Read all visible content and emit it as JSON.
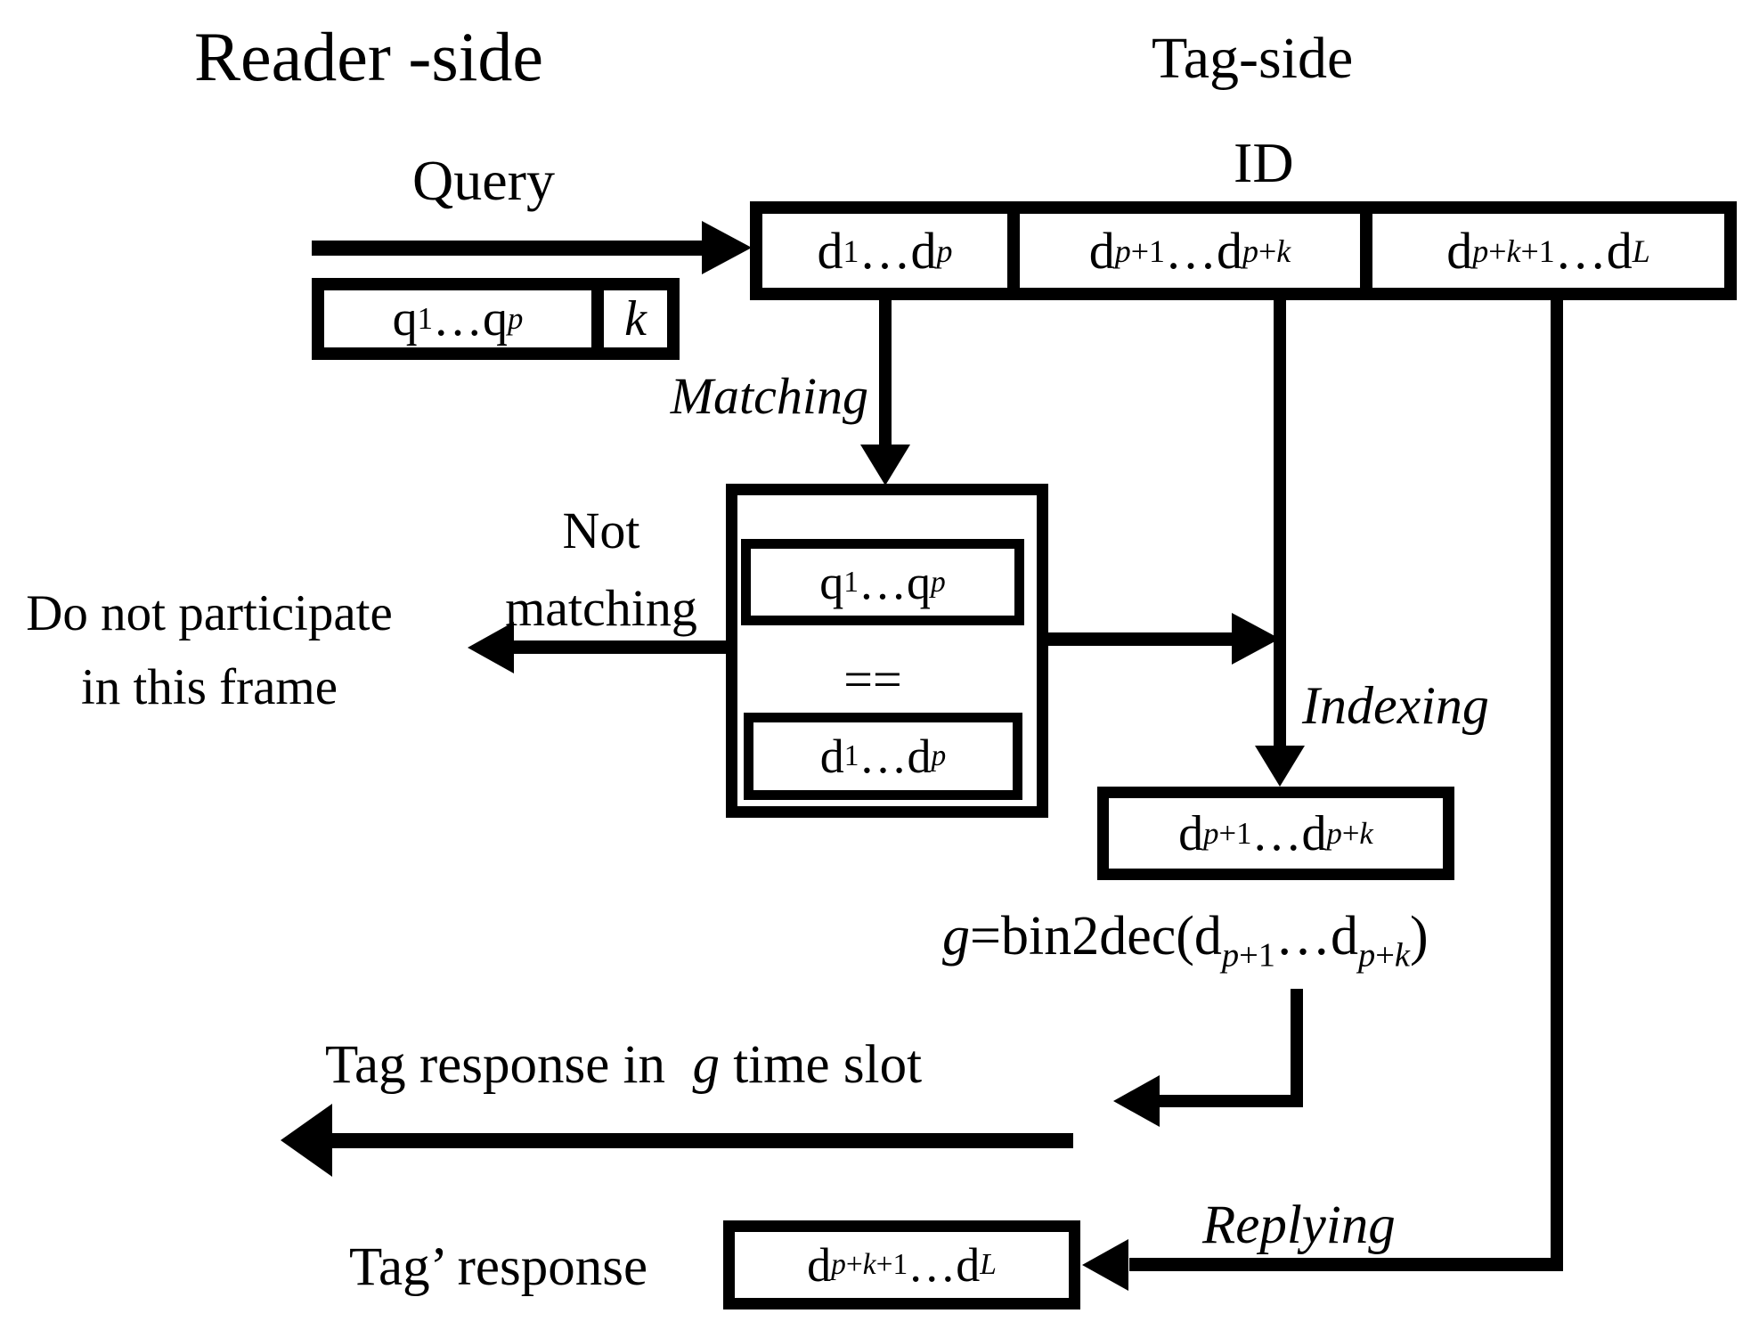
{
  "diagram": {
    "reader_title": "Reader -side",
    "tag_title": "Tag-side",
    "query_label": "Query",
    "id_label": "ID",
    "id_cells": [
      "d~1~…d~*p*~",
      "d~*p*+1~…d~*p*+*k*~",
      "d~*p*+*k*+1~…d~*L*~"
    ],
    "query_cells": [
      "q~1~…q~*p*~",
      "*k*"
    ],
    "matching_label": "Matching",
    "not_matching_label": "Not\nmatching",
    "no_participate_label": "Do not participate\nin this frame",
    "compare_top": "q~1~…q~*p*~",
    "compare_eq": "==",
    "compare_bottom": "d~1~…d~*p*~",
    "indexing_label": "Indexing",
    "index_box_label": "d~*p*+1~…d~*p*+*k*~",
    "bin2dec_formula": "*g*=bin2dec(d~*p*+1~…d~*p*+*k*~)",
    "tag_response_slot_label": "Tag response in  *g* time slot",
    "replying_label": "Replying",
    "tag_reply_caption": "Tag’ response",
    "reply_box_label": "d~*p*+*k*+1~…d~*L*~",
    "colors": {
      "ink": "#000000",
      "background": "#ffffff"
    }
  }
}
